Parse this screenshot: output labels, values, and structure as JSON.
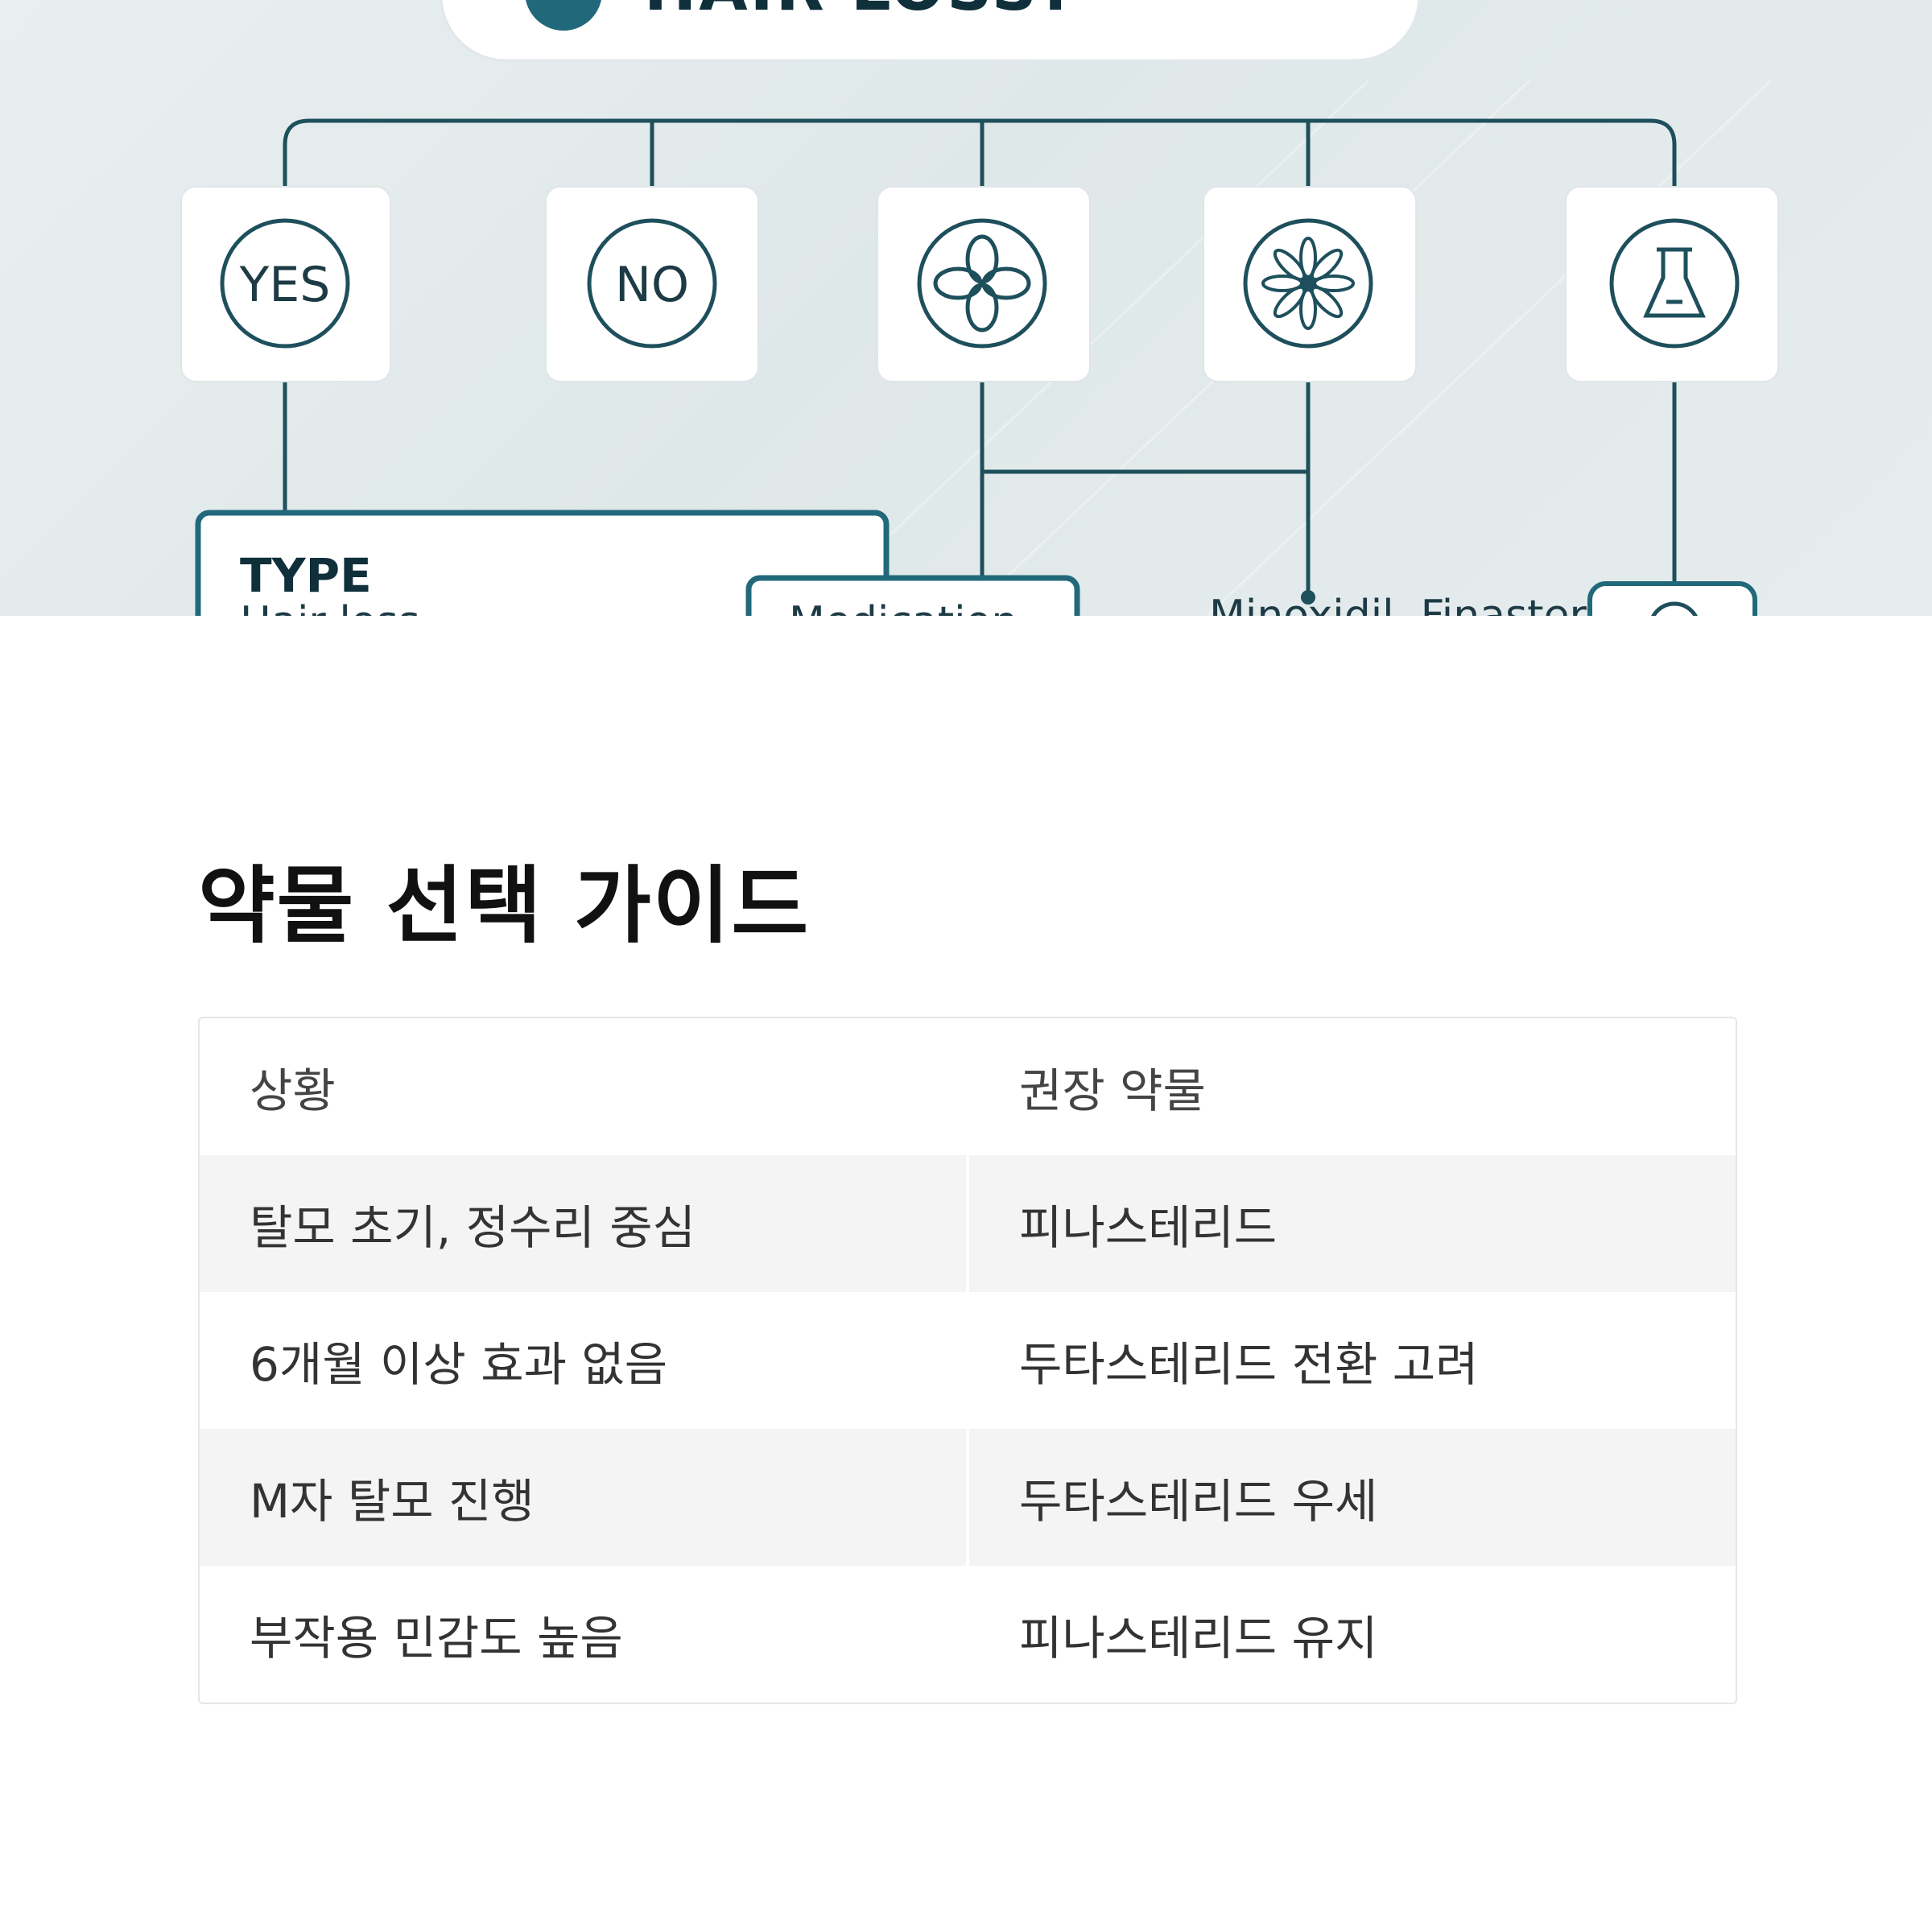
{
  "hero": {
    "title": "HAIR LOSS?",
    "nodes": [
      {
        "label": "YES"
      },
      {
        "label": "NO"
      },
      {
        "icon": "flower-four-petal-icon"
      },
      {
        "icon": "flower-daisy-icon"
      },
      {
        "icon": "lab-flask-icon"
      }
    ],
    "type_box": {
      "title": "TYPE",
      "subtitle": "Hair loss"
    },
    "medication_label": "Medication",
    "drugs_label": "Minoxidil, Finasteride",
    "colors": {
      "line": "#1e4f5c",
      "accent": "#21697a",
      "card": "#ffffff"
    }
  },
  "guide": {
    "title": "약물 선택 가이드",
    "columns": [
      "상황",
      "권장 약물"
    ],
    "rows": [
      [
        "탈모 초기, 정수리 중심",
        "피나스테리드"
      ],
      [
        "6개월 이상 효과 없음",
        "두타스테리드 전환 고려"
      ],
      [
        "M자 탈모 진행",
        "두타스테리드 우세"
      ],
      [
        "부작용 민감도 높음",
        "피나스테리드 유지"
      ]
    ]
  }
}
